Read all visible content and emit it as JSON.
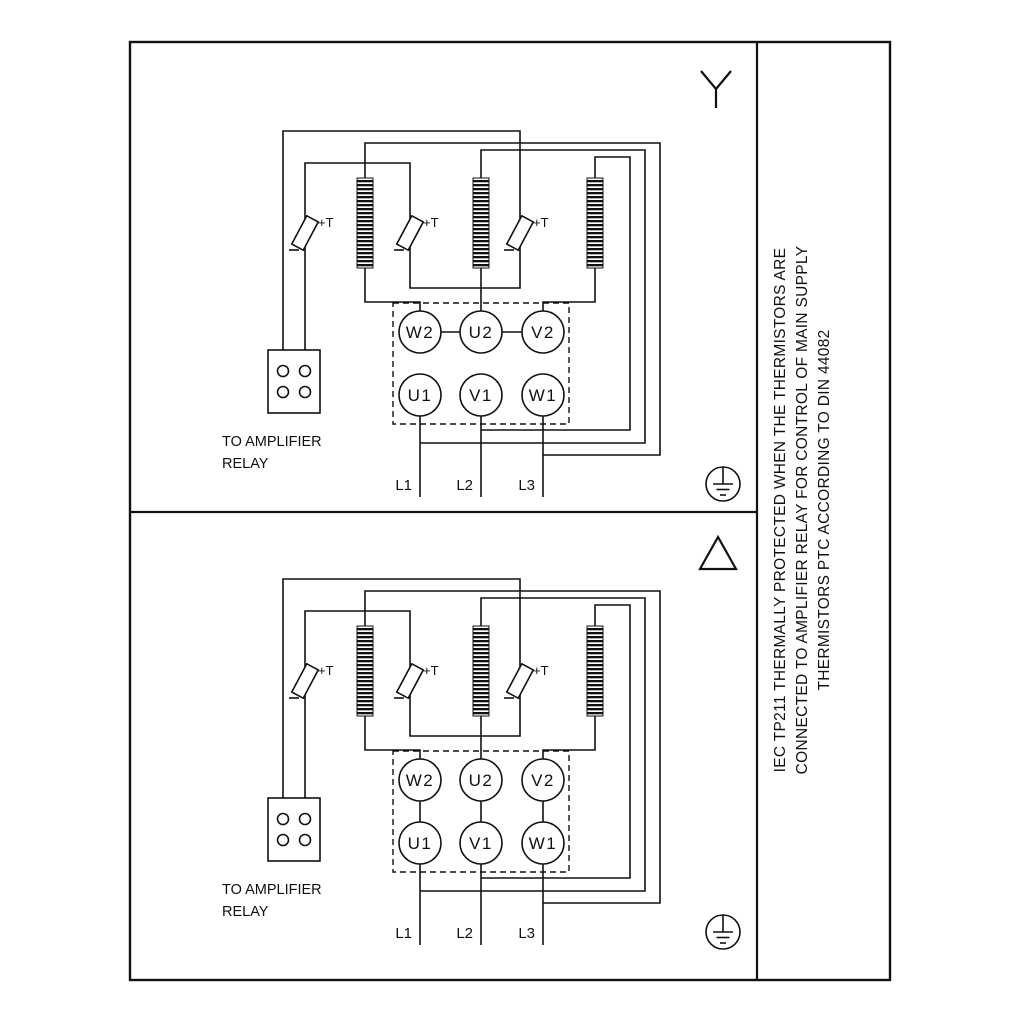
{
  "diagram": {
    "icons": {
      "star": "star-connection-icon",
      "delta": "delta-connection-icon",
      "earth": "earth-ground-icon",
      "thermistor": "thermistor-icon",
      "winding": "motor-winding-symbol"
    },
    "terminals": {
      "top_row": [
        "W2",
        "U2",
        "V2"
      ],
      "bottom_row": [
        "U1",
        "V1",
        "W1"
      ]
    },
    "supply_lines": [
      "L1",
      "L2",
      "L3"
    ],
    "thermistor_label": "+T",
    "relay_caption": [
      "TO AMPLIFIER",
      "RELAY"
    ],
    "side_note_lines": [
      "IEC TP211 THERMALLY PROTECTED WHEN THE THERMISTORS ARE",
      "CONNECTED TO AMPLIFIER RELAY FOR CONTROL OF MAIN SUPPLY",
      "THERMISTORS PTC ACCORDING TO DIN 44082"
    ],
    "colors": {
      "ink": "#111111",
      "background": "#ffffff"
    }
  }
}
